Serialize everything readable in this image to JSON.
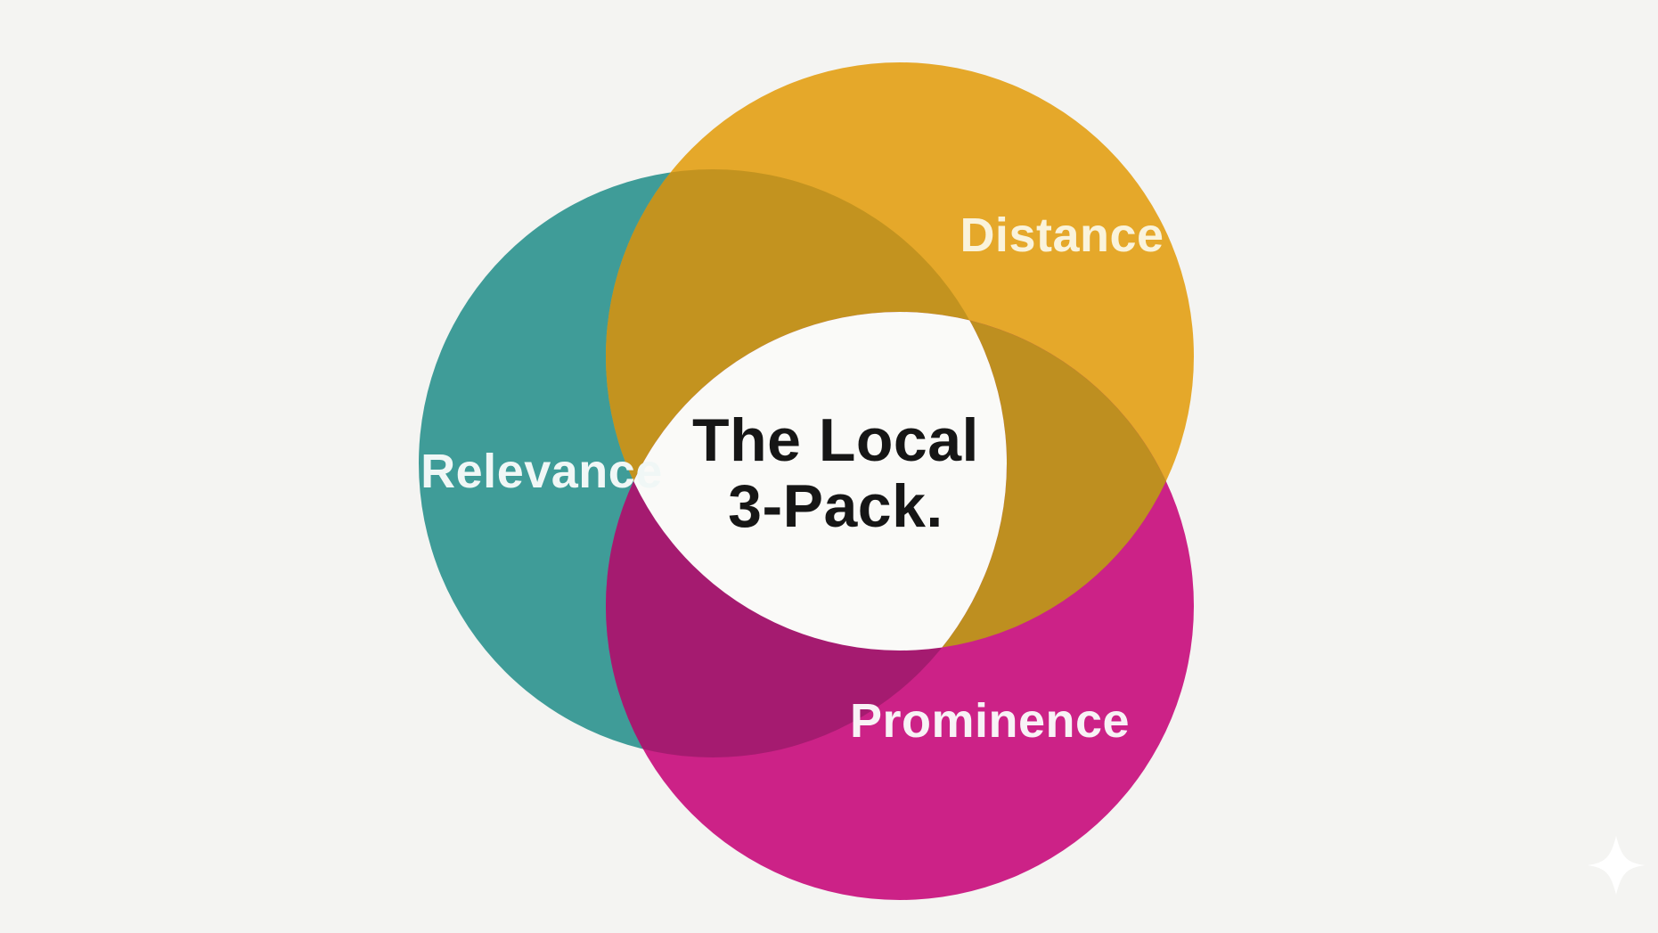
{
  "background_color": "#F4F4F2",
  "diagram": {
    "type": "venn",
    "title": "The Local 3-Pack Venn diagram",
    "center_label": {
      "line1": "The Local",
      "line2": "3-Pack.",
      "text_color": "#161616",
      "region_color": "#FAFAF8"
    },
    "circles": [
      {
        "id": "relevance",
        "label": "Relevance",
        "color": "#3F9C98",
        "label_color": "#F0F7F6"
      },
      {
        "id": "distance",
        "label": "Distance",
        "color": "#E5A82A",
        "label_color": "#FAF3DB"
      },
      {
        "id": "prominence",
        "label": "Prominence",
        "color": "#CC2287",
        "label_color": "#F8F2F6"
      }
    ],
    "overlaps": {
      "relevance_distance": "#C3931F",
      "distance_prominence": "#BE8F20",
      "relevance_prominence": "#A51B70"
    }
  },
  "watermark": {
    "icon": "sparkle-icon",
    "color": "#FFFFFF"
  }
}
